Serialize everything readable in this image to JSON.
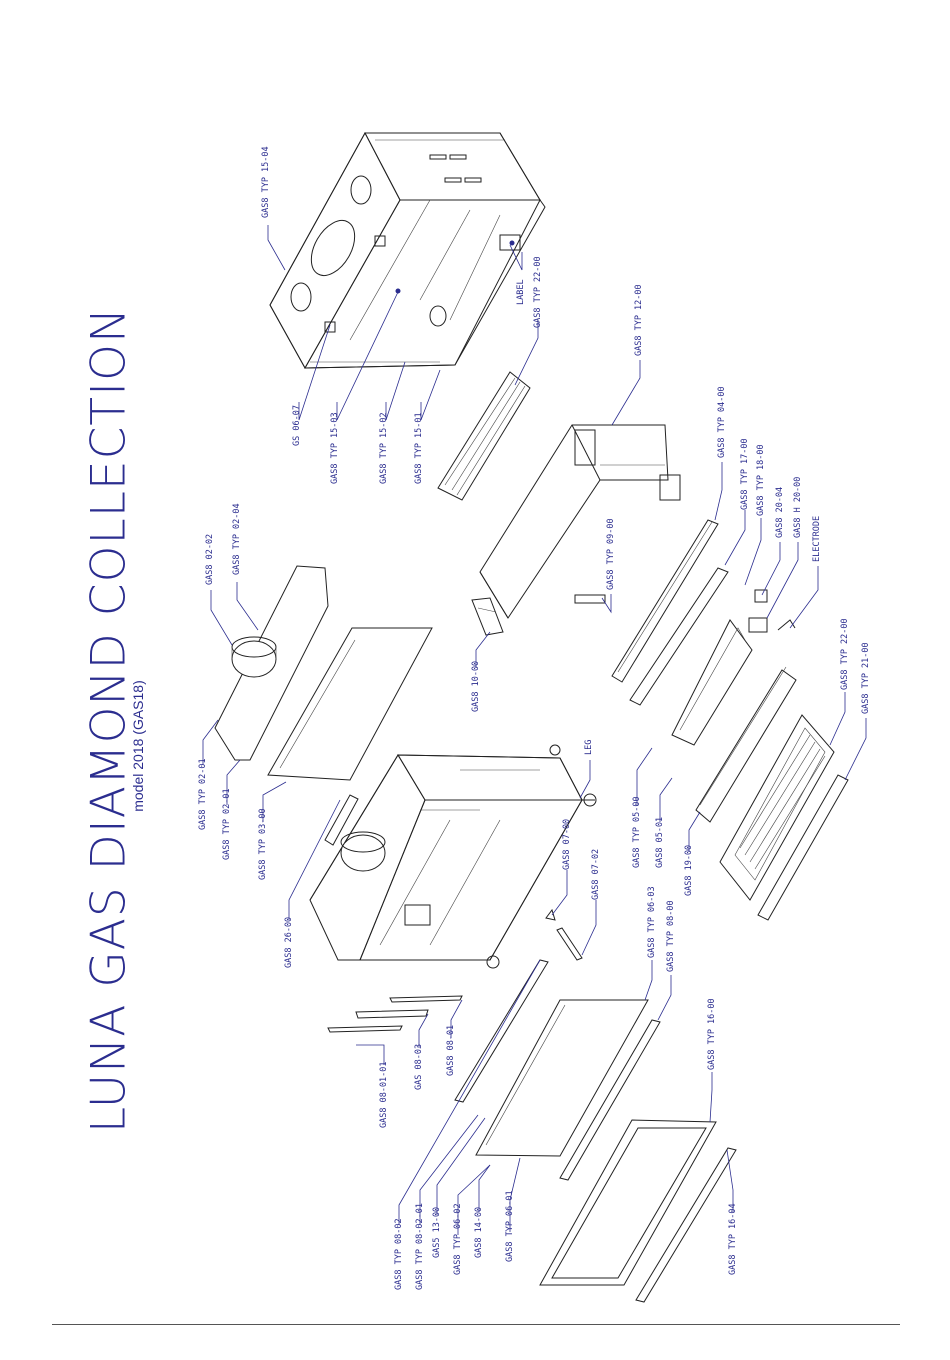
{
  "title": "LUNA GAS DIAMOND COLLECTION",
  "subtitle": "model 2018 (GAS18)",
  "labels": [
    "GAS8 TYP 15-04",
    "LABEL",
    "GAS8 TYP 22-00",
    "GS 06-07",
    "GAS8 TYP 15-03",
    "GAS8 TYP 15-02",
    "GAS8 TYP 15-01",
    "GAS8 TYP 12-00",
    "GAS8 02-02",
    "GAS8 TYP 02-04",
    "GAS8 TYP 04-00",
    "GAS8 TYP 17-00",
    "GAS8 TYP 18-00",
    "GAS8 20-04",
    "GAS8 H 20-00",
    "ELECTRODE",
    "GAS8 TYP 09-00",
    "GAS8 10-00",
    "GAS8 TYP 02-01",
    "GAS8 TYP 02-01",
    "GAS8 TYP 03-00",
    "LEG",
    "GAS8 TYP 22-00",
    "GAS8 TYP 21-00",
    "GAS8 TYP 05-00",
    "GAS8 05-01",
    "GAS8 19-00",
    "GAS8 26-00",
    "GAS8 07-00",
    "GAS8 07-02",
    "GAS8 TYP 06-03",
    "GAS8 TYP 08-00",
    "GAS8 08-01-01",
    "GAS 08-03",
    "GAS8 08-01",
    "GAS8 TYP 16-00",
    "GAS8 TYP 08-02",
    "GAS8 TYP 08-02-01",
    "GAS5 13-00",
    "GAS8 TYP 06-02",
    "GAS8 14-00",
    "GAS8 TYP 06-01",
    "GAS8 TYP 16-04"
  ]
}
